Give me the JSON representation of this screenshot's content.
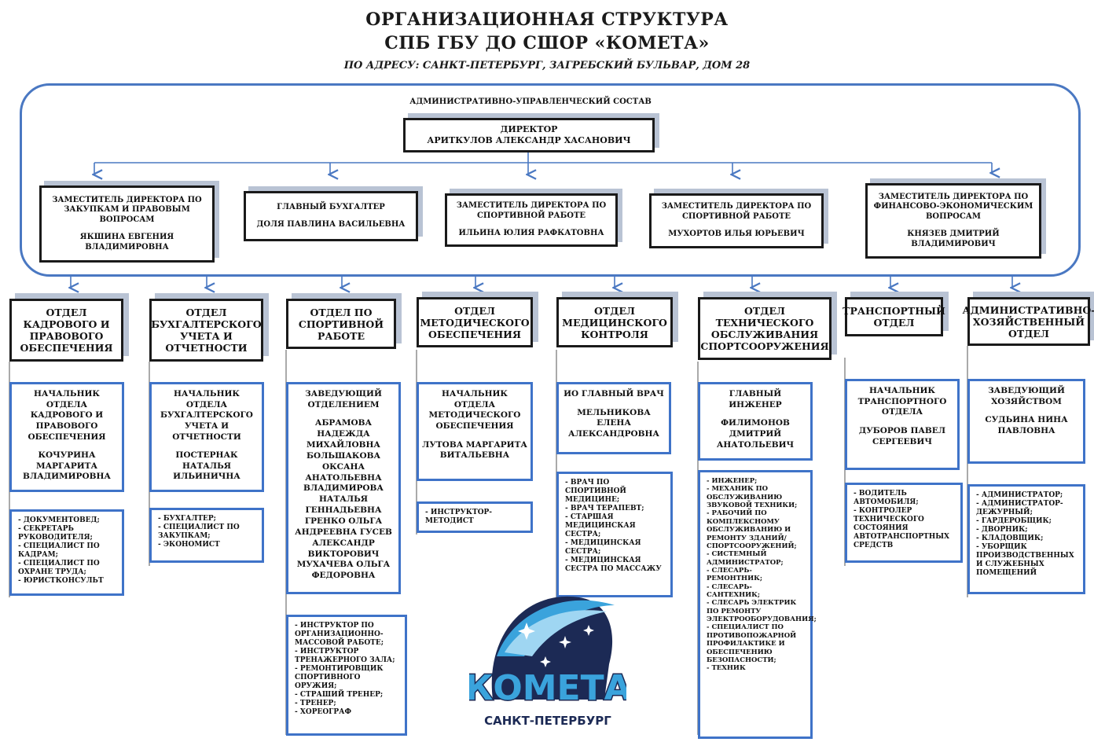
{
  "header": {
    "title_line1": "ОРГАНИЗАЦИОННАЯ СТРУКТУРА",
    "title_line2": "СПБ ГБУ ДО СШОР «КОМЕТА»",
    "address": "ПО АДРЕСУ: САНКТ-ПЕТЕРБУРГ, ЗАГРЕБСКИЙ БУЛЬВАР, ДОМ 28"
  },
  "admin": {
    "label": "АДМИНИСТРАТИВНО-УПРАВЛЕНЧЕСКИЙ СОСТАВ",
    "director": {
      "role": "ДИРЕКТОР",
      "name": "АРИТКУЛОВ АЛЕКСАНДР ХАСАНОВИЧ"
    },
    "deputies": [
      {
        "role": "ЗАМЕСТИТЕЛЬ ДИРЕКТОРА ПО ЗАКУПКАМ И ПРАВОВЫМ ВОПРОСАМ",
        "name": "ЯКШИНА ЕВГЕНИЯ ВЛАДИМИРОВНА"
      },
      {
        "role": "ГЛАВНЫЙ БУХГАЛТЕР",
        "name": "ДОЛЯ ПАВЛИНА ВАСИЛЬЕВНА"
      },
      {
        "role": "ЗАМЕСТИТЕЛЬ ДИРЕКТОРА ПО СПОРТИВНОЙ РАБОТЕ",
        "name": "ИЛЬИНА ЮЛИЯ РАФКАТОВНА"
      },
      {
        "role": "ЗАМЕСТИТЕЛЬ ДИРЕКТОРА ПО СПОРТИВНОЙ РАБОТЕ",
        "name": "МУХОРТОВ ИЛЬЯ ЮРЬЕВИЧ"
      },
      {
        "role": "ЗАМЕСТИТЕЛЬ ДИРЕКТОРА ПО ФИНАНСОВО-ЭКОНОМИЧЕСКИМ ВОПРОСАМ",
        "name": "КНЯЗЕВ ДМИТРИЙ ВЛАДИМИРОВИЧ"
      }
    ]
  },
  "departments": [
    {
      "name": "ОТДЕЛ КАДРОВОГО И ПРАВОВОГО ОБЕСПЕЧЕНИЯ",
      "head_role": "НАЧАЛЬНИК ОТДЕЛА КАДРОВОГО И ПРАВОВОГО ОБЕСПЕЧЕНИЯ",
      "head_name": "КОЧУРИНА МАРГАРИТА ВЛАДИМИРОВНА",
      "staff": [
        "- ДОКУМЕНТОВЕД;",
        "- СЕКРЕТАРЬ РУКОВОДИТЕЛЯ;",
        "- СПЕЦИАЛИСТ ПО КАДРАМ;",
        "- СПЕЦИАЛИСТ ПО ОХРАНЕ ТРУДА;",
        "- ЮРИСТКОНСУЛЬТ"
      ]
    },
    {
      "name": "ОТДЕЛ БУХГАЛТЕРСКОГО УЧЕТА И ОТЧЕТНОСТИ",
      "head_role": "НАЧАЛЬНИК ОТДЕЛА БУХГАЛТЕРСКОГО УЧЕТА И ОТЧЕТНОСТИ",
      "head_name": "ПОСТЕРНАК НАТАЛЬЯ ИЛЬИНИЧНА",
      "staff": [
        "- БУХГАЛТЕР;",
        "- СПЕЦИАЛИСТ ПО ЗАКУПКАМ;",
        "- ЭКОНОМИСТ"
      ]
    },
    {
      "name": "ОТДЕЛ ПО СПОРТИВНОЙ РАБОТЕ",
      "head_role": "ЗАВЕДУЮЩИЙ ОТДЕЛЕНИЕМ",
      "head_name": "АБРАМОВА НАДЕЖДА МИХАЙЛОВНА БОЛЬШАКОВА ОКСАНА АНАТОЛЬЕВНА ВЛАДИМИРОВА НАТАЛЬЯ ГЕННАДЬЕВНА ГРЕНКО ОЛЬГА АНДРЕЕВНА ГУСЕВ АЛЕКСАНДР ВИКТОРОВИЧ МУХАЧЕВА ОЛЬГА ФЕДОРОВНА",
      "staff": [
        "- ИНСТРУКТОР ПО ОРГАНИЗАЦИОННО-МАССОВОЙ РАБОТЕ;",
        "- ИНСТРУКТОР ТРЕНАЖЕРНОГО ЗАЛА;",
        "- РЕМОНТИРОВЩИК СПОРТИВНОГО ОРУЖИЯ;",
        "- СТРАШИЙ ТРЕНЕР;",
        "- ТРЕНЕР;",
        "- ХОРЕОГРАФ"
      ]
    },
    {
      "name": "ОТДЕЛ МЕТОДИЧЕСКОГО ОБЕСПЕЧЕНИЯ",
      "head_role": "НАЧАЛЬНИК ОТДЕЛА МЕТОДИЧЕСКОГО ОБЕСПЕЧЕНИЯ",
      "head_name": "ЛУТОВА МАРГАРИТА ВИТАЛЬЕВНА",
      "staff": [
        "- ИНСТРУКТОР-МЕТОДИСТ"
      ]
    },
    {
      "name": "ОТДЕЛ МЕДИЦИНСКОГО КОНТРОЛЯ",
      "head_role": "ИО ГЛАВНЫЙ ВРАЧ",
      "head_name": "МЕЛЬНИКОВА ЕЛЕНА АЛЕКСАНДРОВНА",
      "staff": [
        "- ВРАЧ ПО СПОРТИВНОЙ МЕДИЦИНЕ;",
        "- ВРАЧ ТЕРАПЕВТ;",
        "- СТАРШАЯ МЕДИЦИНСКАЯ СЕСТРА;",
        "- МЕДИЦИНСКАЯ СЕСТРА;",
        "- МЕДИЦИНСКАЯ СЕСТРА ПО МАССАЖУ"
      ]
    },
    {
      "name": "ОТДЕЛ ТЕХНИЧЕСКОГО ОБСЛУЖИВАНИЯ СПОРТСООРУЖЕНИЯ",
      "head_role": "ГЛАВНЫЙ ИНЖЕНЕР",
      "head_name": "ФИЛИМОНОВ ДМИТРИЙ АНАТОЛЬЕВИЧ",
      "staff": [
        "- ИНЖЕНЕР;",
        "- МЕХАНИК ПО ОБСЛУЖИВАНИЮ ЗВУКОВОЙ ТЕХНИКИ;",
        "- РАБОЧИЙ ПО КОМПЛЕКСНОМУ ОБСЛУЖИВАНИЮ И РЕМОНТУ ЗДАНИЙ/СПОРТСООРУЖЕНИЙ;",
        "- СИСТЕМНЫЙ АДМИНИСТРАТОР;",
        "- СЛЕСАРЬ-РЕМОНТНИК;",
        "- СЛЕСАРЬ-САНТЕХНИК;",
        "- СЛЕСАРЬ ЭЛЕКТРИК ПО РЕМОНТУ ЭЛЕКТРООБОРУДОВАНИЯ;",
        "- СПЕЦИАЛИСТ ПО ПРОТИВОПОЖАРНОЙ ПРОФИЛАКТИКЕ И ОБЕСПЕЧЕНИЮ БЕЗОПАСНОСТИ;",
        "- ТЕХНИК"
      ]
    },
    {
      "name": "ТРАНСПОРТНЫЙ ОТДЕЛ",
      "head_role": "НАЧАЛЬНИК ТРАНСПОРТНОГО ОТДЕЛА",
      "head_name": "ДУБОРОВ ПАВЕЛ СЕРГЕЕВИЧ",
      "staff": [
        "- ВОДИТЕЛЬ АВТОМОБИЛЯ;",
        "- КОНТРОЛЕР ТЕХНИЧЕСКОГО СОСТОЯНИЯ АВТОТРАНСПОРТНЫХ СРЕДСТВ"
      ]
    },
    {
      "name": "АДМИНИСТРАТИВНО-ХОЗЯЙСТВЕННЫЙ ОТДЕЛ",
      "head_role": "ЗАВЕДУЮЩИЙ ХОЗЯЙСТВОМ",
      "head_name": "СУДЬИНА НИНА ПАВЛОВНА",
      "staff": [
        "- АДМИНИСТРАТОР;",
        "- АДМИНИСТРАТОР-ДЕЖУРНЫЙ;",
        "- ГАРДЕРОБЩИК;",
        "- ДВОРНИК;",
        "- КЛАДОВЩИК;",
        "- УБОРЩИК ПРОИЗВОДСТВЕННЫХ И СЛУЖЕБНЫХ ПОМЕЩЕНИЙ"
      ]
    }
  ],
  "logo": {
    "wordmark": "КОМЕТА",
    "city": "САНКТ-ПЕТЕРБУРГ",
    "colors": {
      "navy": "#1c2a55",
      "blue": "#3aa3dc",
      "light": "#9fd6f2"
    }
  },
  "colors": {
    "frame": "#4a78c2",
    "box_border": "#1a1a1a",
    "shadow": "#b9c3d4",
    "list_border": "#3f73c8"
  }
}
